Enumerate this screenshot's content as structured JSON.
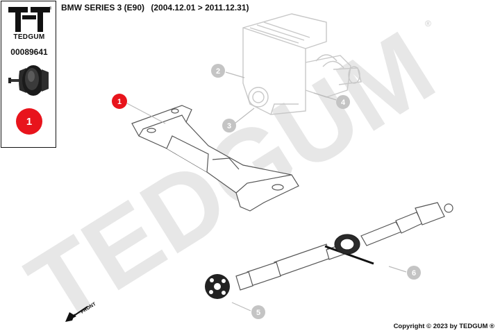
{
  "brand": {
    "name": "TEDGUM",
    "registered_mark": "®",
    "part_number": "00089641",
    "highlight_index": "1",
    "accent_color": "#e8141c"
  },
  "header": {
    "vehicle": "BMW SERIES 3 (E90)",
    "period": "(2004.12.01 > 2011.12.31)"
  },
  "diagram": {
    "callouts": [
      {
        "label": "1",
        "highlighted": true
      },
      {
        "label": "2",
        "highlighted": false
      },
      {
        "label": "3",
        "highlighted": false
      },
      {
        "label": "4",
        "highlighted": false
      },
      {
        "label": "5",
        "highlighted": false
      },
      {
        "label": "6",
        "highlighted": false
      }
    ],
    "front_label": "FRONT",
    "watermark": "TEDGUM"
  },
  "footer": {
    "copyright": "Copyright © 2023 by TEDGUM ®"
  }
}
